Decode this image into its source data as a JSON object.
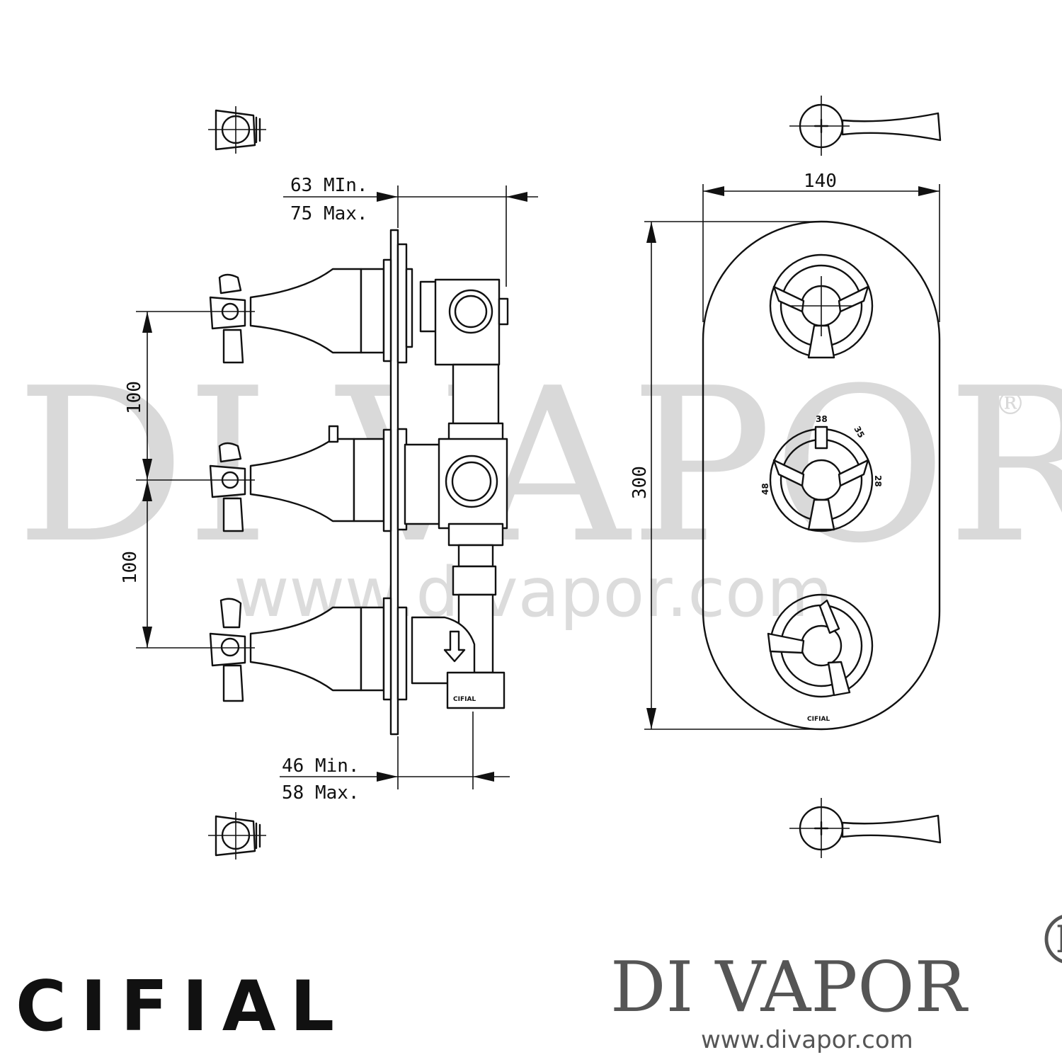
{
  "watermark": {
    "brand": "DI VAPOR",
    "reg": "®",
    "url": "www.divapor.com"
  },
  "dimensions": {
    "depth_top_min": "63 MIn.",
    "depth_top_max": "75 Max.",
    "depth_bottom_min": "46 Min.",
    "depth_bottom_max": "58 Max.",
    "spacing_upper": "100",
    "spacing_lower": "100",
    "plate_width": "140",
    "plate_height": "300"
  },
  "dial_scale": [
    "38",
    "35",
    "28",
    "48"
  ],
  "body_mark": "CIFIAL",
  "plate_mark": "CIFIAL",
  "footer": {
    "left_logo": "CIFIAL",
    "right_logo": "DI VAPOR",
    "right_reg": "®",
    "right_url": "www.divapor.com"
  },
  "colors": {
    "line": "#111111",
    "watermark": "#d9d9d9",
    "brand_grey": "#555555"
  }
}
